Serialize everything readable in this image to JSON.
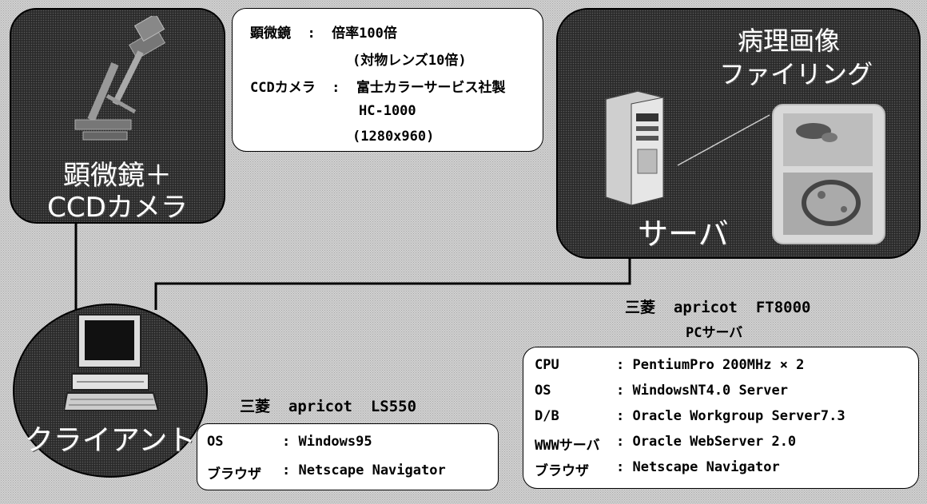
{
  "camera_station": {
    "label_line1": "顕微鏡＋",
    "label_line2": "CCDカメラ"
  },
  "microscope_spec": {
    "line1": "顕微鏡  :  倍率100倍",
    "line2": "(対物レンズ10倍)",
    "line3": "CCDカメラ  :  富士カラーサービス社製",
    "line4": "HC-1000",
    "line5": "(1280x960)"
  },
  "server_panel": {
    "title_line1": "病理画像",
    "title_line2": "ファイリング",
    "server_label": "サーバ"
  },
  "client": {
    "label": "クライアント"
  },
  "client_model": "三菱  apricot  LS550",
  "client_spec": [
    {
      "key": "OS     ",
      "value": ": Windows95"
    },
    {
      "key": "ブラウザ",
      "value": ": Netscape Navigator"
    }
  ],
  "server_model": {
    "line1": "三菱  apricot  FT8000",
    "line2": "PCサーバ"
  },
  "server_spec": [
    {
      "key": "CPU      ",
      "value": ": PentiumPro 200MHz × 2"
    },
    {
      "key": "OS       ",
      "value": ": WindowsNT4.0 Server"
    },
    {
      "key": "D/B      ",
      "value": ": Oracle Workgroup Server7.3"
    },
    {
      "key": "WWWサーバ",
      "value": ": Oracle WebServer 2.0"
    },
    {
      "key": "ブラウザ ",
      "value": ": Netscape Navigator"
    }
  ]
}
